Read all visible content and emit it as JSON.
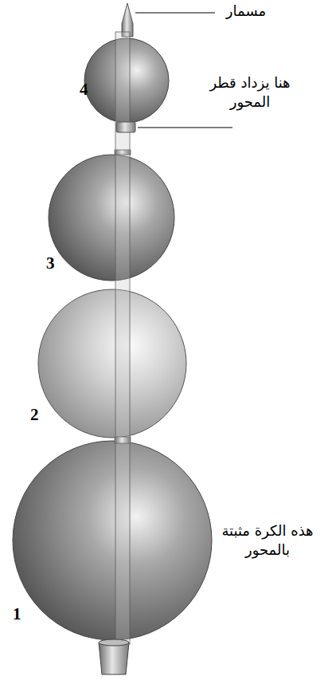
{
  "diagram": {
    "labels": [
      "مسمار",
      "هنا يزداد قطر المحور",
      "هذه الكرة مثبتة بالمحور",
      "4",
      "3",
      "2",
      "1"
    ]
  }
}
